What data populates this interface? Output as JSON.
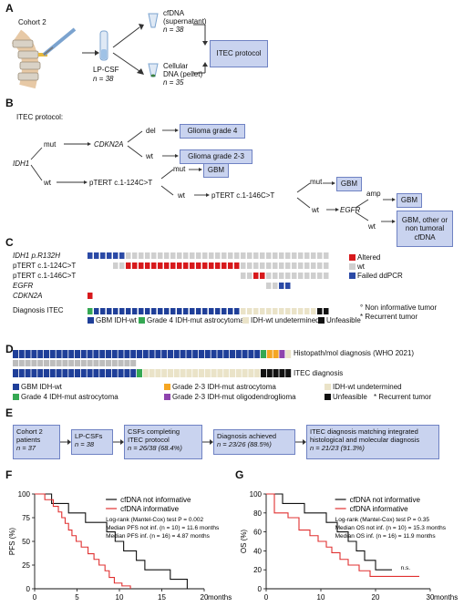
{
  "panels": {
    "a": "A",
    "b": "B",
    "c": "C",
    "d": "D",
    "e": "E",
    "f": "F",
    "g": "G"
  },
  "a": {
    "cohort": "Cohort 2",
    "lp_csf": "LP-CSF",
    "lp_n": "n = 38",
    "cfdna": "cfDNA",
    "cfdna_sub": "(supernatant)",
    "cfdna_n": "n = 38",
    "cell": "Cellular",
    "cell_sub": "DNA (pellet)",
    "cell_n": "n = 35",
    "itec": "ITEC protocol"
  },
  "b": {
    "title": "ITEC protocol:",
    "idh1": "IDH1",
    "mut": "mut",
    "wt": "wt",
    "cdkn2a": "CDKN2A",
    "del": "del",
    "amp": "amp",
    "g4": "Glioma grade 4",
    "g23": "Glioma grade 2-3",
    "tert124": "pTERT c.1-124C>T",
    "tert146": "pTERT c.1-146C>T",
    "gbm": "GBM",
    "egfr": "EGFR",
    "other": "GBM, other or non tumoral cfDNA"
  },
  "c": {
    "rows": [
      "IDH1 p.R132H",
      "pTERT c.1-124C>T",
      "pTERT c.1-146C>T",
      "EGFR",
      "CDKN2A"
    ],
    "diag_label": "Diagnosis ITEC",
    "legend_right": [
      "Altered",
      "wt",
      "Failed ddPCR"
    ],
    "legend_bottom": [
      "GBM IDH-wt",
      "Grade 4 IDH-mut astrocytoma",
      "IDH-wt undetermined",
      "Unfeasible"
    ],
    "notes": [
      "Non informative tumor",
      "Recurrent tumor"
    ],
    "colors": {
      "altered": "#d7191c",
      "wt": "#cfcfcf",
      "failed": "#2b4aa6"
    }
  },
  "d": {
    "label_top": "Histopath/mol diagnosis (WHO 2021)",
    "label_bottom": "ITEC diagnosis",
    "legend": [
      "GBM IDH-wt",
      "Grade 2-3 IDH-mut astrocytoma",
      "IDH-wt undetermined",
      "Grade 4 IDH-mut astrocytoma",
      "Grade 2-3 IDH-mut oligodendroglioma",
      "Unfeasible"
    ],
    "recurrent": "Recurrent tumor",
    "colors": {
      "gbm": "#1f3f99",
      "g4": "#35a853",
      "g23a": "#f5a623",
      "g23o": "#8e44ad",
      "und": "#eae3c8",
      "unf": "#111111",
      "grey": "#bdbdbd"
    }
  },
  "e": {
    "boxes": [
      [
        "Cohort 2",
        "patients",
        "n = 37"
      ],
      [
        "LP-CSFs",
        "n = 38"
      ],
      [
        "CSFs completing",
        "ITEC protocol",
        "n = 26/38 (68.4%)"
      ],
      [
        "Diagnosis achieved",
        "n = 23/26 (88.5%)"
      ],
      [
        "ITEC diagnosis matching integrated",
        "histological and molecular diagnosis",
        "n = 21/23 (91.3%)"
      ]
    ]
  },
  "f": {
    "chart_data": {
      "type": "line",
      "ylabel": "PFS (%)",
      "xlabel": "months",
      "xlim": [
        0,
        20
      ],
      "ylim": [
        0,
        100
      ],
      "xticks": [
        0,
        5,
        10,
        15,
        20
      ],
      "yticks": [
        0,
        25,
        50,
        75,
        100
      ],
      "series": [
        {
          "name": "cfDNA not informative",
          "color": "#111111",
          "x": [
            0,
            2,
            4,
            6,
            6.8,
            8.5,
            9.5,
            10.5,
            11.5,
            12,
            13,
            14.5,
            16,
            17,
            18
          ],
          "y": [
            100,
            90,
            80,
            70,
            70,
            60,
            50,
            40,
            40,
            30,
            20,
            20,
            10,
            10,
            0
          ]
        },
        {
          "name": "cfDNA informative",
          "color": "#e03030",
          "x": [
            0,
            1.2,
            2.2,
            2.8,
            3.2,
            3.6,
            4.0,
            4.4,
            4.9,
            5.5,
            6.3,
            7.0,
            7.6,
            8.3,
            8.8,
            9.4,
            10.3,
            11.3
          ],
          "y": [
            100,
            94,
            87,
            81,
            75,
            69,
            62,
            56,
            50,
            44,
            37,
            31,
            25,
            19,
            12,
            6,
            3,
            0
          ]
        }
      ],
      "annotations": [
        "Log-rank (Mantel-Cox) test P = 0.002",
        "Median PFS not inf. (n = 10) = 11.6 months",
        "Median PFS inf. (n = 16) = 4.87 months"
      ]
    }
  },
  "g": {
    "chart_data": {
      "type": "line",
      "ylabel": "OS (%)",
      "xlabel": "months",
      "xlim": [
        0,
        30
      ],
      "ylim": [
        0,
        100
      ],
      "xticks": [
        0,
        10,
        20,
        30
      ],
      "yticks": [
        0,
        20,
        40,
        60,
        80,
        100
      ],
      "series": [
        {
          "name": "cfDNA not informative",
          "color": "#111111",
          "x": [
            0,
            3,
            7,
            11,
            13,
            15,
            16.5,
            18,
            20,
            23
          ],
          "y": [
            100,
            90,
            80,
            70,
            60,
            50,
            40,
            30,
            20,
            20
          ]
        },
        {
          "name": "cfDNA informative",
          "color": "#e03030",
          "x": [
            0,
            1.5,
            4,
            6,
            8,
            9.5,
            11,
            12,
            13.5,
            15,
            16,
            17,
            19,
            28
          ],
          "y": [
            100,
            80,
            75,
            62,
            56,
            50,
            44,
            38,
            31,
            25,
            25,
            19,
            13,
            13
          ]
        }
      ],
      "annotations": [
        "Log-rank (Mantel-Cox) test P = 0.35",
        "Median OS not inf. (n = 10) = 15.3 months",
        "Median OS inf. (n = 16) = 11.9 months",
        "n.s."
      ]
    }
  }
}
